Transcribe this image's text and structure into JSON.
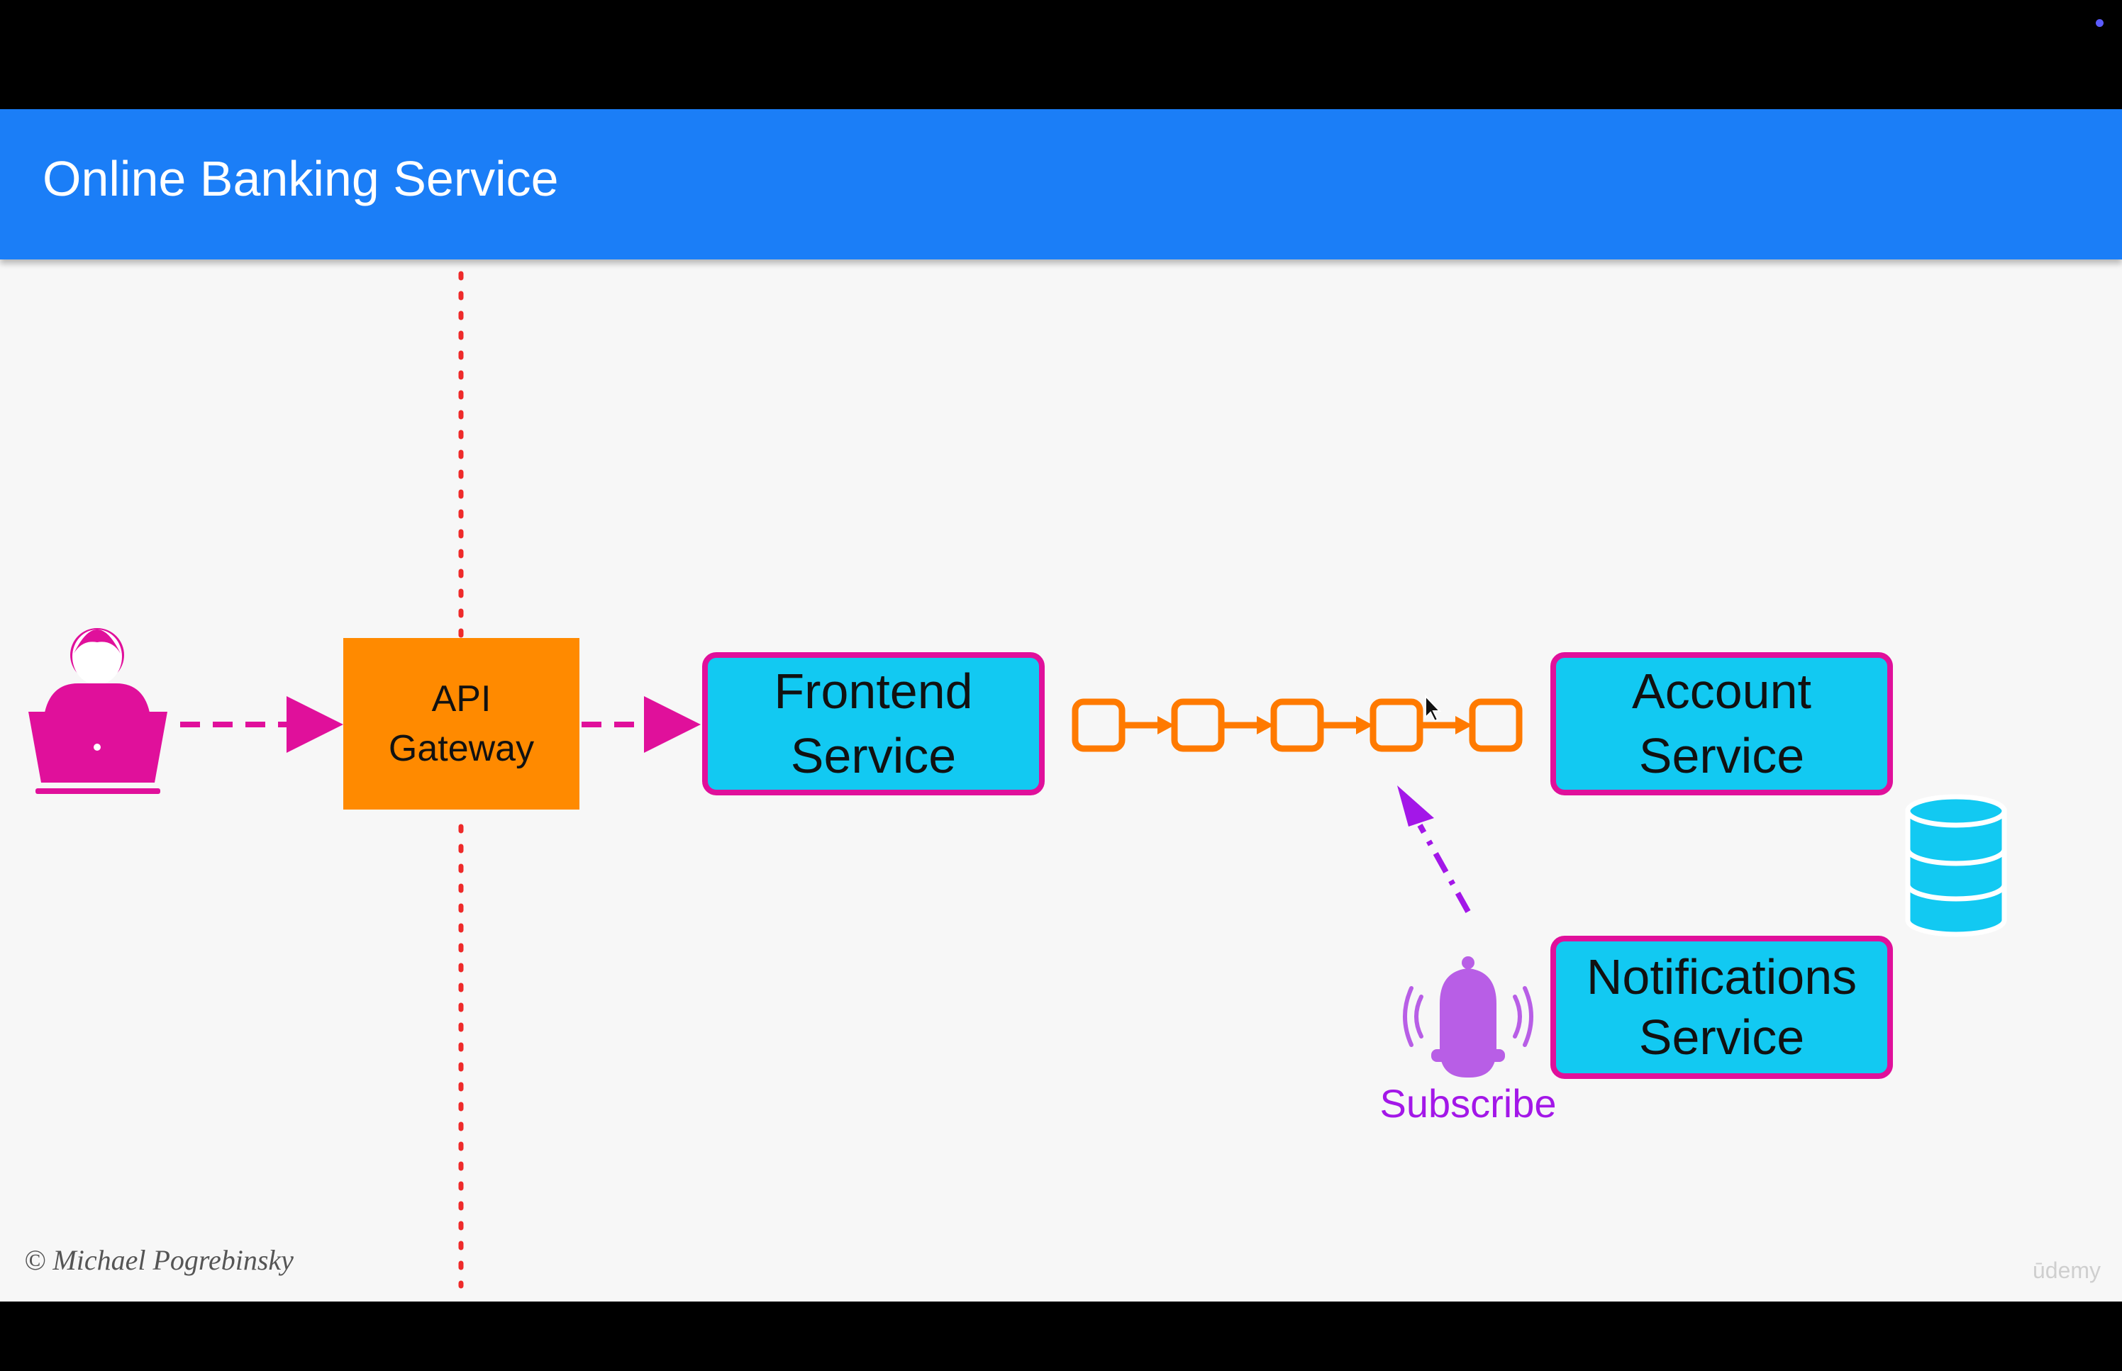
{
  "slide": {
    "title": "Online Banking Service",
    "copyright": "© Michael Pogrebinsky",
    "watermark": "ūdemy"
  },
  "diagram": {
    "gateway": {
      "line1": "API",
      "line2": "Gateway"
    },
    "frontend": {
      "line1": "Frontend",
      "line2": "Service"
    },
    "account": {
      "line1": "Account",
      "line2": "Service"
    },
    "notifications": {
      "line1": "Notifications",
      "line2": "Service"
    },
    "subscribe_label": "Subscribe"
  },
  "icons": {
    "user": "user-laptop-icon",
    "queue": "message-queue-icon",
    "bell": "notification-bell-icon",
    "database": "database-icon"
  },
  "colors": {
    "title_bar": "#1b7ef7",
    "gateway": "#ff8a00",
    "service_fill": "#12c9f2",
    "service_border": "#e0109b",
    "flow_arrow": "#e0109b",
    "queue": "#ff7a00",
    "subscribe": "#a317e8",
    "boundary": "#ee2a2a",
    "database": "#12c9f2"
  }
}
